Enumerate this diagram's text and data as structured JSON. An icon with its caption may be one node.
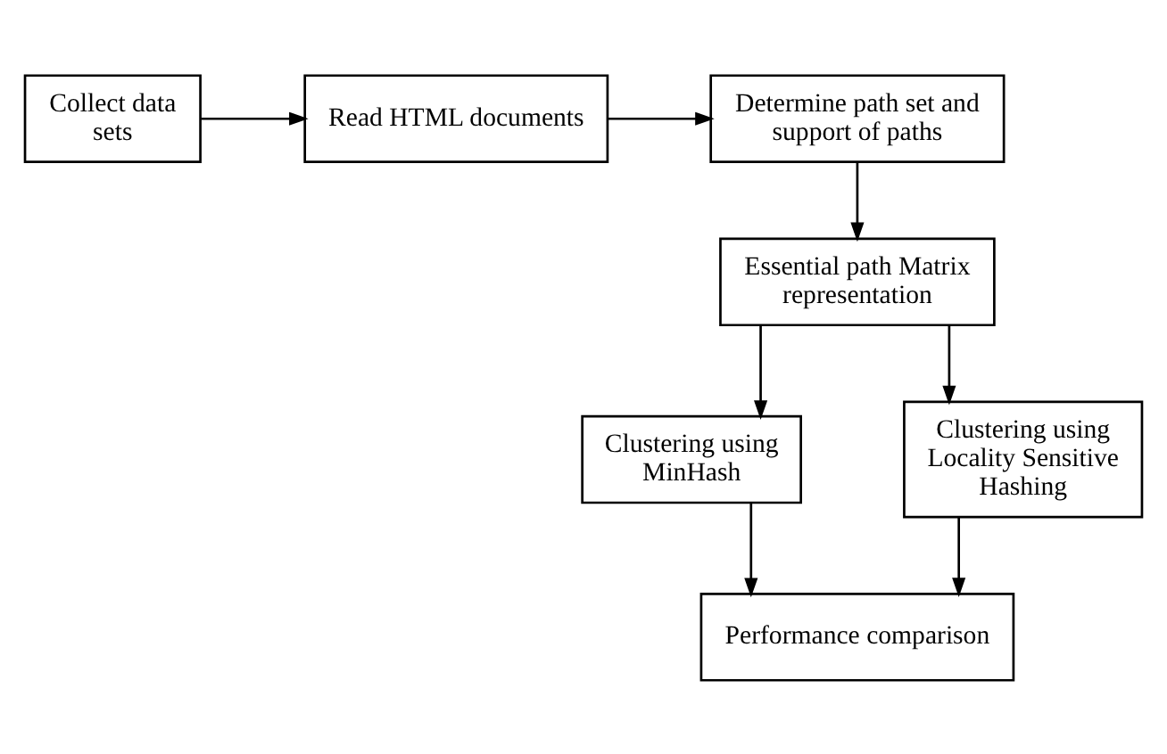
{
  "diagram": {
    "nodes": [
      {
        "text": [
          "Collect data sets"
        ]
      },
      {
        "text": [
          "Read HTML documents"
        ]
      },
      {
        "text": [
          "Determine path set and support of paths"
        ]
      },
      {
        "text": [
          "Essential path Matrix representation"
        ]
      },
      {
        "text": [
          "Clustering using MinHash"
        ]
      },
      {
        "text": [
          "Clustering using Locality Sensitive Hashing"
        ]
      },
      {
        "text": [
          "Performance comparison"
        ]
      }
    ],
    "edges": [
      {
        "from": 0,
        "to": 1,
        "arrow": "to"
      },
      {
        "from": 1,
        "to": 2,
        "arrow": "to"
      },
      {
        "from": 2,
        "to": 3,
        "arrow": "to"
      },
      {
        "from": 3,
        "to": 4,
        "arrow": "to"
      },
      {
        "from": 3,
        "to": 5,
        "arrow": "to"
      },
      {
        "from": 4,
        "to": 6,
        "arrow": "to"
      },
      {
        "from": 5,
        "to": 6,
        "arrow": "to"
      }
    ]
  }
}
